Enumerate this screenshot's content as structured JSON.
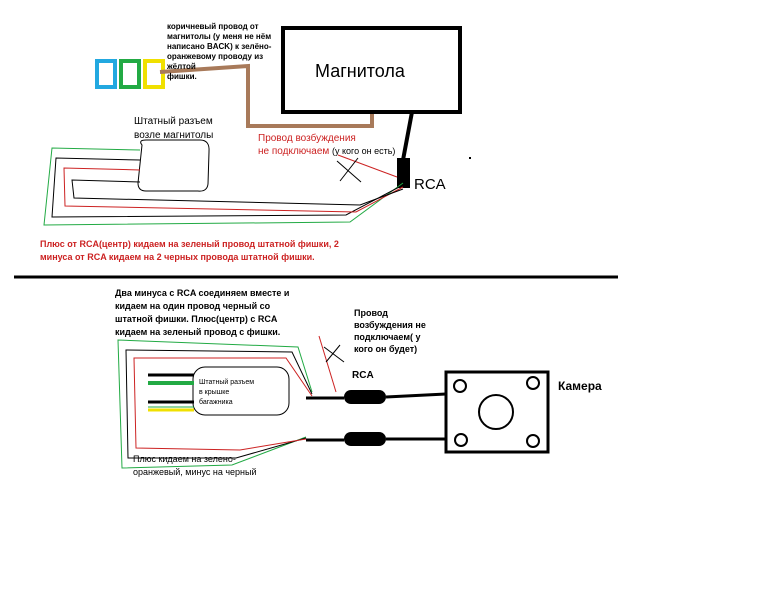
{
  "top": {
    "brown_wire_note": "коричневый провод от\nмагнитолы (у меня не нём\nнаписано BACK) к зелёно-\nоранжевому проводу из жёлтой\nфишки.",
    "head_unit_label": "Магнитола",
    "stock_connector_label": "Штатный разъем\nвозле магнитолы",
    "excitation_wire_note_red": "Провод возбуждения\nне подключаем",
    "excitation_wire_note_black": "(у кого он есть)",
    "rca_label": "RCA",
    "instruction": "Плюс от RCA(центр) кидаем на зеленый провод штатной фишки, 2\nминуса от RCA кидаем на 2 черных провода штатной фишки."
  },
  "bottom": {
    "minus_note": "Два минуса с RCA соединяем вместе и\nкидаем на один провод черный со\nштатной фишки. Плюс(центр) с RCA\nкидаем на зеленый провод с фишки.",
    "trunk_connector_label": "Штатный разъем\nв крышке\nбагажника",
    "excitation_wire_note": "Провод\nвозбуждения не\nподключаем( у\nкого он будет)",
    "rca_label": "RCA",
    "camera_label": "Камера",
    "power_note": "Плюс кидаем на зелено-\nоранжевый, минус на черный"
  },
  "colors": {
    "brown_wire": "#a87a5a",
    "red_wire": "#cc2222",
    "green_wire": "#22aa44",
    "blue_pin": "#22a8e0",
    "yellow_pin": "#f0e000",
    "separator": "#000000"
  }
}
